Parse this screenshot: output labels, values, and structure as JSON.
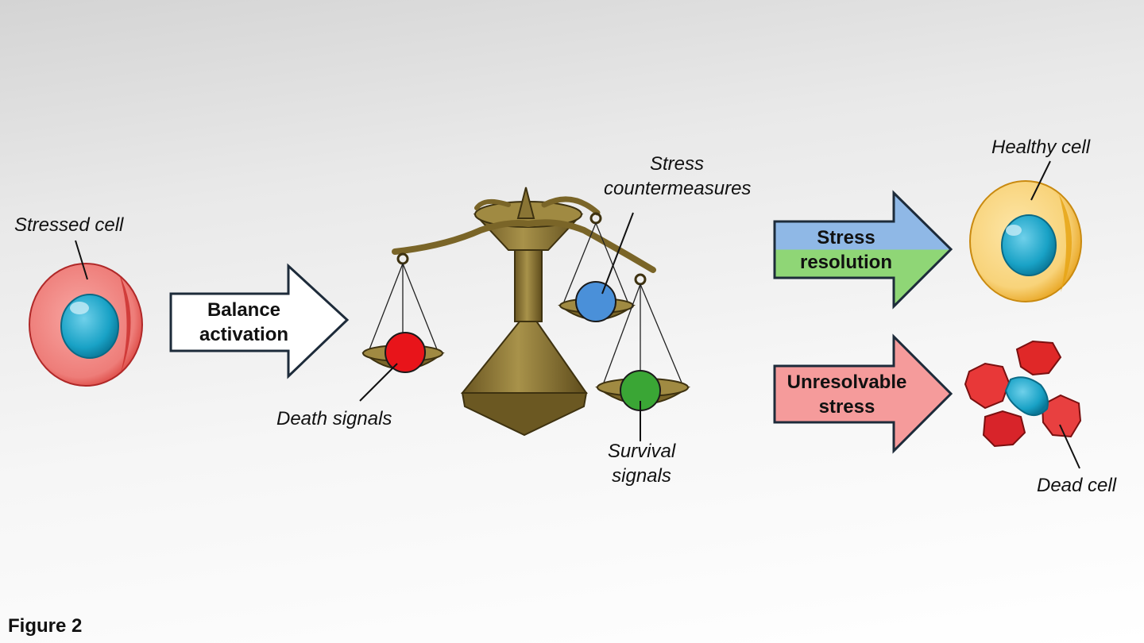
{
  "labels": {
    "stressed_cell": "Stressed cell",
    "death_signals": "Death signals",
    "stress_countermeasures_1": "Stress",
    "stress_countermeasures_2": "countermeasures",
    "survival_signals_1": "Survival",
    "survival_signals_2": "signals",
    "healthy_cell": "Healthy cell",
    "dead_cell": "Dead cell"
  },
  "arrows": {
    "balance_activation_1": "Balance",
    "balance_activation_2": "activation",
    "stress_resolution_1": "Stress",
    "stress_resolution_2": "resolution",
    "unresolvable_stress_1": "Unresolvable",
    "unresolvable_stress_2": "stress"
  },
  "figure_label": "Figure 2",
  "colors": {
    "death_signal": "#e8141a",
    "countermeasure": "#4a90d9",
    "survival_signal": "#3aa635",
    "stress_res_top": "#8fb8e6",
    "stress_res_bottom": "#8fd676",
    "unresolvable": "#f59b9b",
    "balance_arrow": "#ffffff",
    "scale_bronze": "#8a7535",
    "stressed_cell": "#f08a87",
    "healthy_cell": "#f7d37a",
    "nucleus": "#1aa0c4"
  }
}
